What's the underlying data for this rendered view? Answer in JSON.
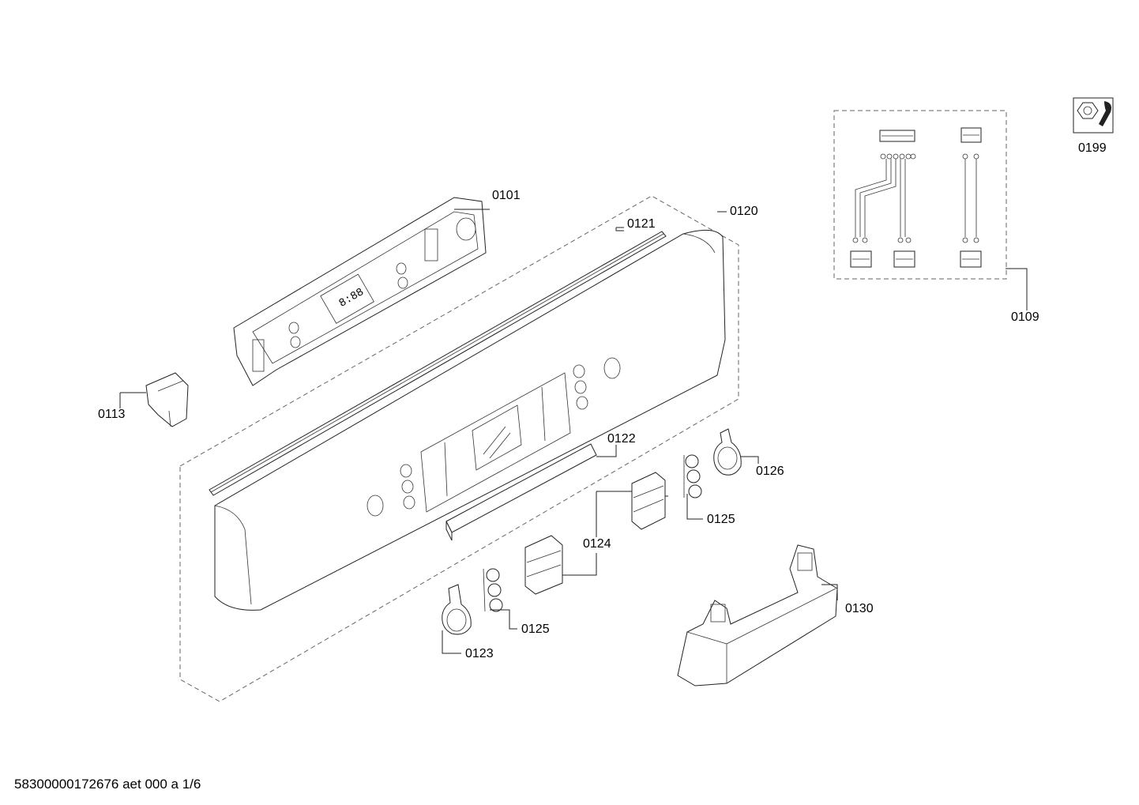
{
  "labels": {
    "p0101": "0101",
    "p0109": "0109",
    "p0113": "0113",
    "p0120": "0120",
    "p0121": "0121",
    "p0122": "0122",
    "p0123": "0123",
    "p0124": "0124",
    "p0125a": "0125",
    "p0125b": "0125",
    "p0126": "0126",
    "p0130": "0130",
    "p0199": "0199"
  },
  "display_digits": "8:88",
  "footer": "58300000172676 aet 000 a 1/6",
  "icons": {
    "service_kit": "nut-and-wrench-icon"
  },
  "colors": {
    "line": "#222222",
    "dash": "#666666",
    "background": "#ffffff"
  }
}
